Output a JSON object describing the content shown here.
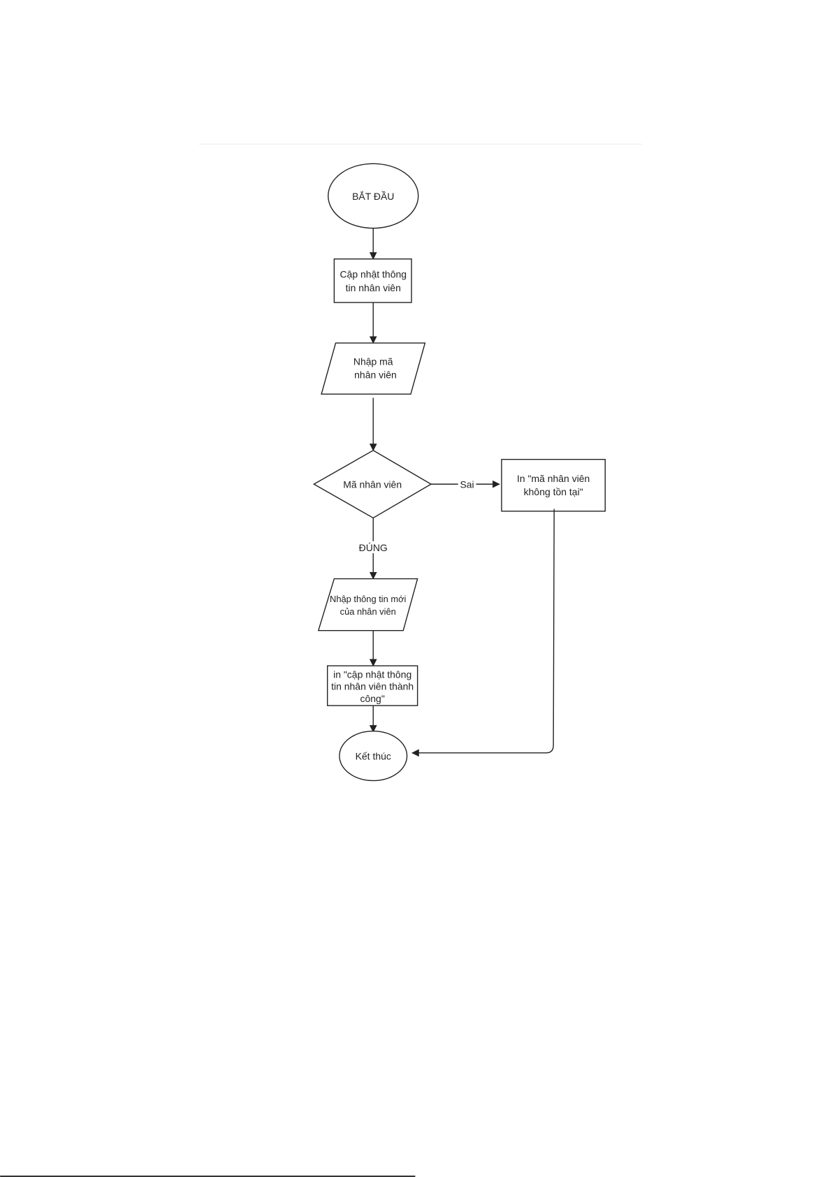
{
  "flowchart": {
    "start": "BẮT ĐẦU",
    "update_step": [
      "Cập nhật thông",
      "tin nhân viên"
    ],
    "input_id": [
      "Nhập mã",
      "nhân viên"
    ],
    "decision": "Mã nhân viên",
    "false_label": "Sai",
    "true_label": "ĐÚNG",
    "not_found_output": [
      "In \"mã nhân viên",
      "không tồn tại\""
    ],
    "input_new_info": [
      "Nhập thông tin mới",
      "của nhân viên"
    ],
    "success_output": [
      "in \"cập nhật thông",
      "tin nhân viên thành",
      "công\""
    ],
    "end": "Kết thúc"
  }
}
